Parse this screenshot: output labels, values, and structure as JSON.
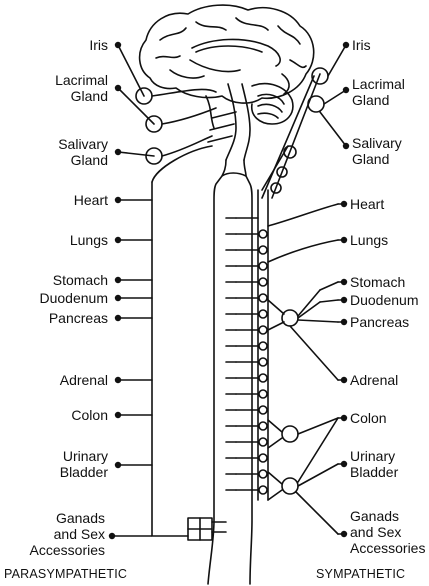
{
  "parasympathetic_label": "PARASYMPATHETIC",
  "sympathetic_label": "SYMPATHETIC",
  "left_organs": [
    "Iris",
    "Lacrimal\nGland",
    "Salivary\nGland",
    "Heart",
    "Lungs",
    "Stomach",
    "Duodenum",
    "Pancreas",
    "Adrenal",
    "Colon",
    "Urinary\nBladder",
    "Ganads\nand Sex\nAccessories"
  ],
  "right_organs": [
    "Iris",
    "Lacrimal\nGland",
    "Salivary\nGland",
    "Heart",
    "Lungs",
    "Stomach",
    "Duodenum",
    "Pancreas",
    "Adrenal",
    "Colon",
    "Urinary\nBladder",
    "Ganads\nand Sex\nAccessories"
  ],
  "colors": {
    "ink": "#111111",
    "background": "#ffffff"
  }
}
